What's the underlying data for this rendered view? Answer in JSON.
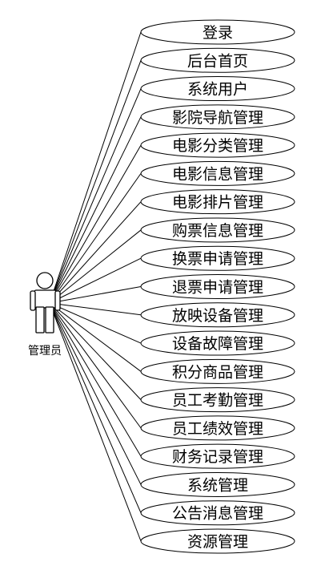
{
  "actor": {
    "label": "管理员",
    "icon": "person-icon"
  },
  "use_cases": [
    "登录",
    "后台首页",
    "系统用户",
    "影院导航管理",
    "电影分类管理",
    "电影信息管理",
    "电影排片管理",
    "购票信息管理",
    "换票申请管理",
    "退票申请管理",
    "放映设备管理",
    "设备故障管理",
    "积分商品管理",
    "员工考勤管理",
    "员工绩效管理",
    "财务记录管理",
    "系统管理",
    "公告消息管理",
    "资源管理"
  ],
  "colors": {
    "stroke": "#000000",
    "fill": "#ffffff"
  }
}
